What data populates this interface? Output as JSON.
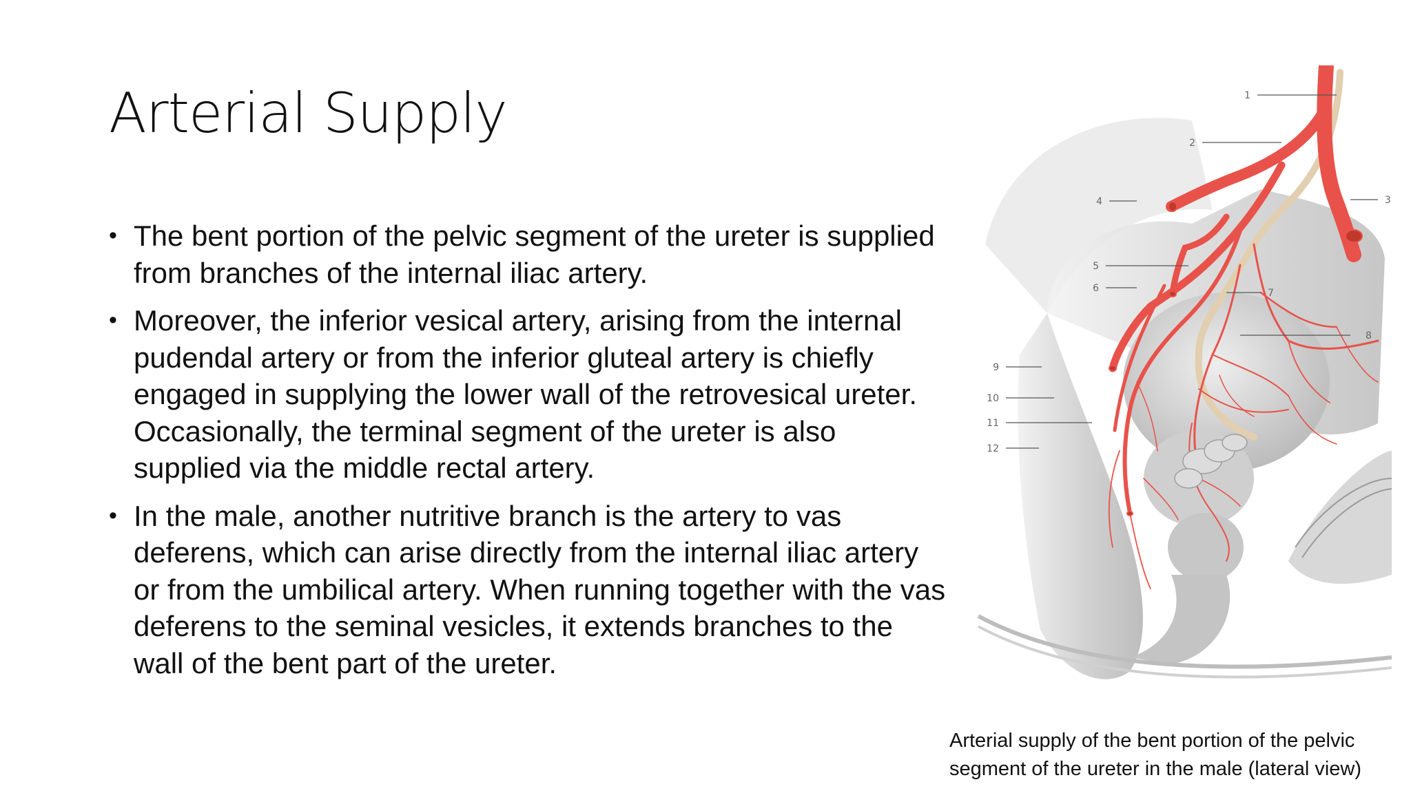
{
  "slide": {
    "title": "Arterial Supply",
    "bullets": [
      "The bent portion of the pelvic segment of the ureter is supplied from branches of the internal iliac artery.",
      "Moreover, the inferior vesical artery, arising from the internal pudendal artery or from the inferior gluteal artery is chiefly engaged in supplying the lower wall of the retrovesical ureter. Occasionally, the terminal segment of the ureter is also supplied via the middle rectal artery.",
      "In the male, another nutritive branch is the artery to vas deferens, which can arise directly from the internal iliac artery or from the umbilical artery. When running together with the vas deferens to the seminal vesicles, it extends branches to the wall of the bent part of the ureter."
    ],
    "figure": {
      "labels": [
        "1",
        "2",
        "3",
        "4",
        "5",
        "6",
        "7",
        "8",
        "9",
        "10",
        "11",
        "12"
      ],
      "caption_line1": "Arterial supply of the bent portion of the pelvic",
      "caption_line2": "segment of the ureter in the male (lateral view)"
    }
  },
  "colors": {
    "artery": "#e8524a",
    "artery_dark": "#c0392b",
    "tissue": "#d9d9d9",
    "ureter": "#ead9c0"
  }
}
